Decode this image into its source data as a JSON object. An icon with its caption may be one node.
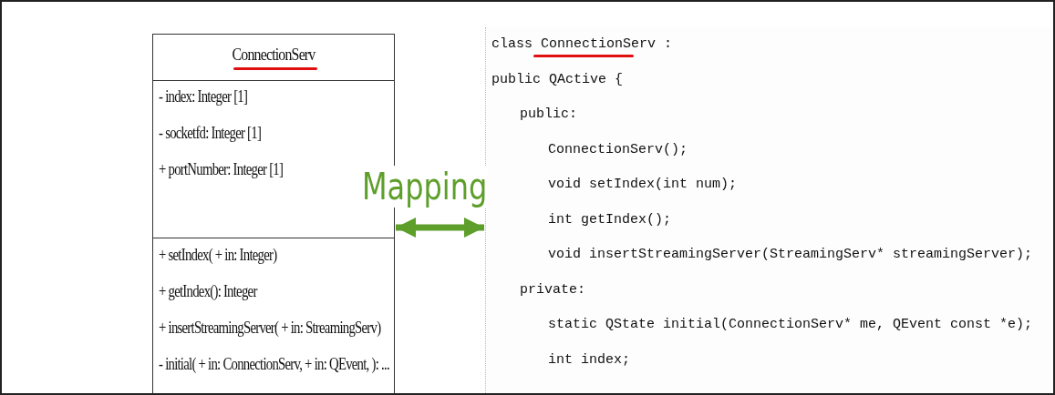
{
  "diagram": {
    "nodes": [
      {
        "text": [
          "ConnectionServ",
          "- index: Integer [1]",
          "- socketfd: Integer [1]",
          "+ portNumber: Integer [1]",
          "+ setIndex( + in: Integer)",
          "+ getIndex(): Integer",
          "+ insertStreamingServer( + in: StreamingServ)",
          "- initial( + in: ConnectionServ,  + in: QEvent, ): ..."
        ]
      },
      {
        "text": [
          "class ConnectionServ :",
          "public QActive {",
          "public:",
          "ConnectionServ();",
          "void setIndex(int num);",
          "int getIndex();",
          "void insertStreamingServer(StreamingServ* streamingServer);",
          "private:",
          "static QState initial(ConnectionServ* me, QEvent const *e);",
          "int index;"
        ]
      }
    ],
    "edges": [
      {
        "from": 0,
        "to": 1,
        "arrow": "both",
        "label": "Mapping",
        "color": "#5e9e2a"
      }
    ]
  }
}
